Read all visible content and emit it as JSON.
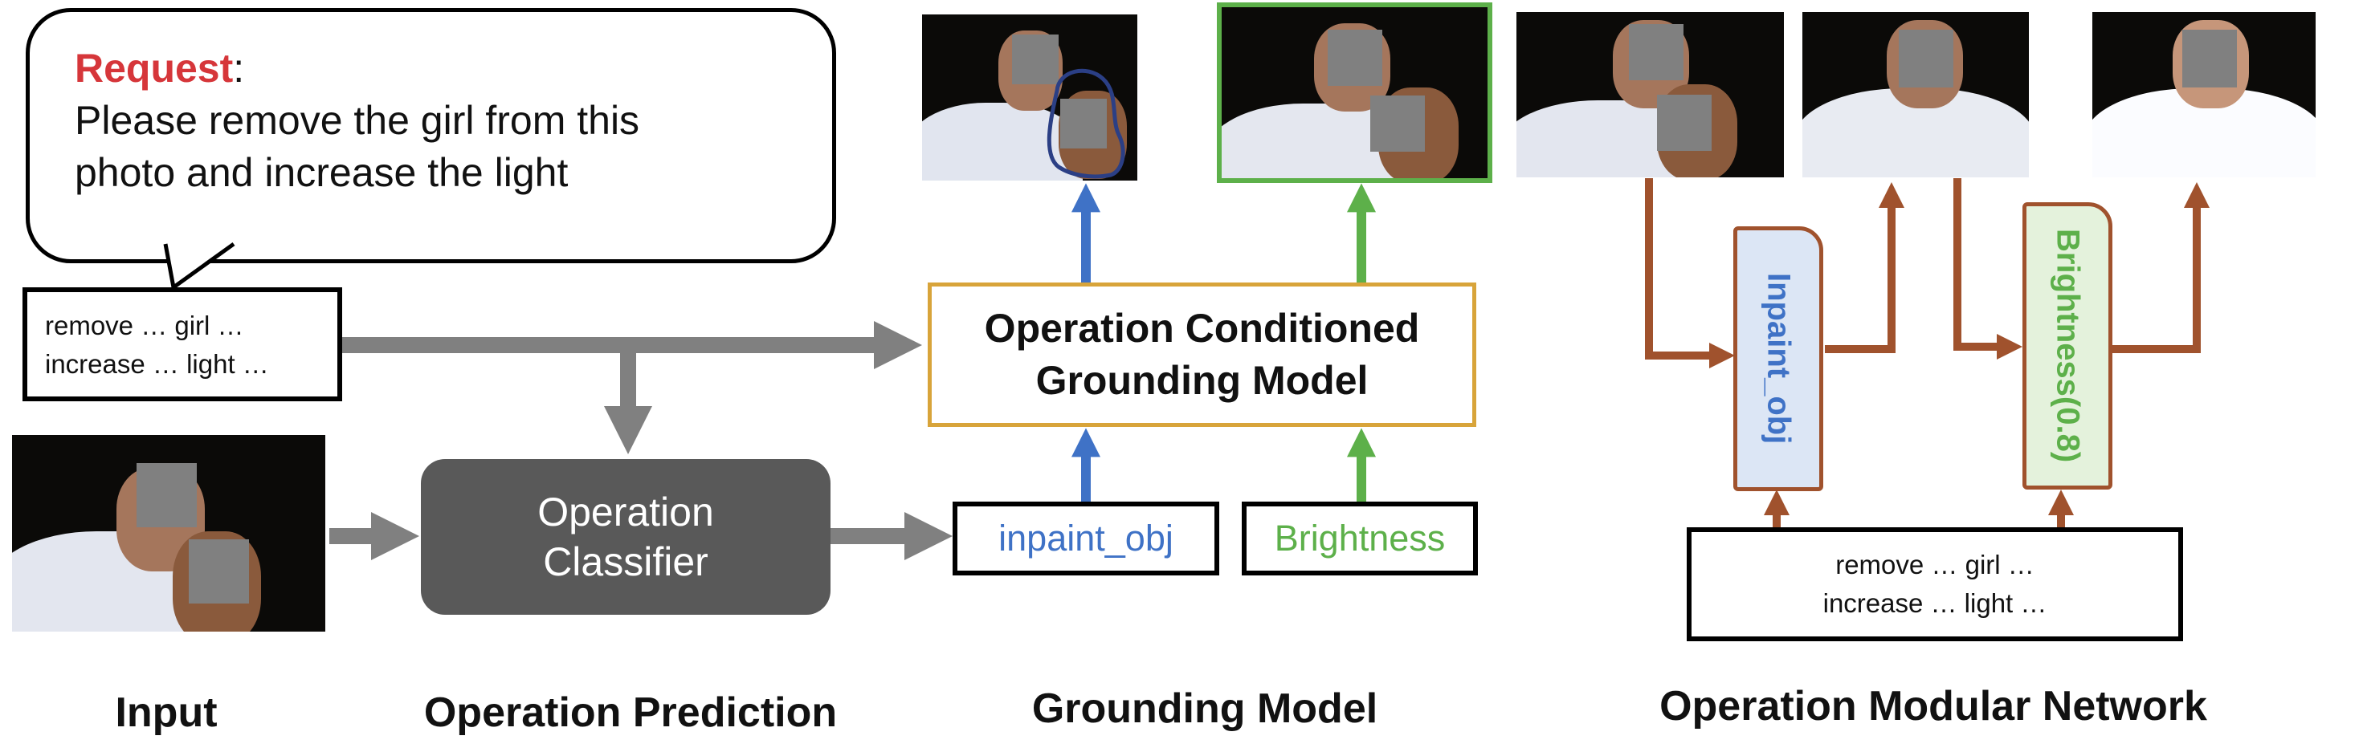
{
  "request": {
    "label": "Request",
    "colon": ":",
    "lines": [
      "Please remove the girl from this",
      "photo and increase the light"
    ]
  },
  "input_text": {
    "line1": "remove … girl …",
    "line2": "increase … light …"
  },
  "classifier": {
    "line1": "Operation",
    "line2": "Classifier"
  },
  "operations": {
    "op1": "inpaint_obj",
    "op2": "Brightness"
  },
  "grounding_model": {
    "line1": "Operation Conditioned",
    "line2": "Grounding Model"
  },
  "modules": {
    "m1": "Inpaint_obj",
    "m2": "Brightness(0.8)"
  },
  "modular_text": {
    "line1": "remove … girl …",
    "line2": "increase … light …"
  },
  "section_labels": {
    "input": "Input",
    "prediction": "Operation Prediction",
    "grounding": "Grounding Model",
    "modular": "Operation Modular Network"
  },
  "colors": {
    "gray_arrow": "#808080",
    "blue": "#3f72c6",
    "green": "#5db04a",
    "brown": "#a0522d",
    "gold": "#d8a43a",
    "request_red": "#d6363a",
    "classifier_fill": "#595959",
    "module1_fill": "#dce6f5",
    "module2_fill": "#e4f2dc"
  }
}
